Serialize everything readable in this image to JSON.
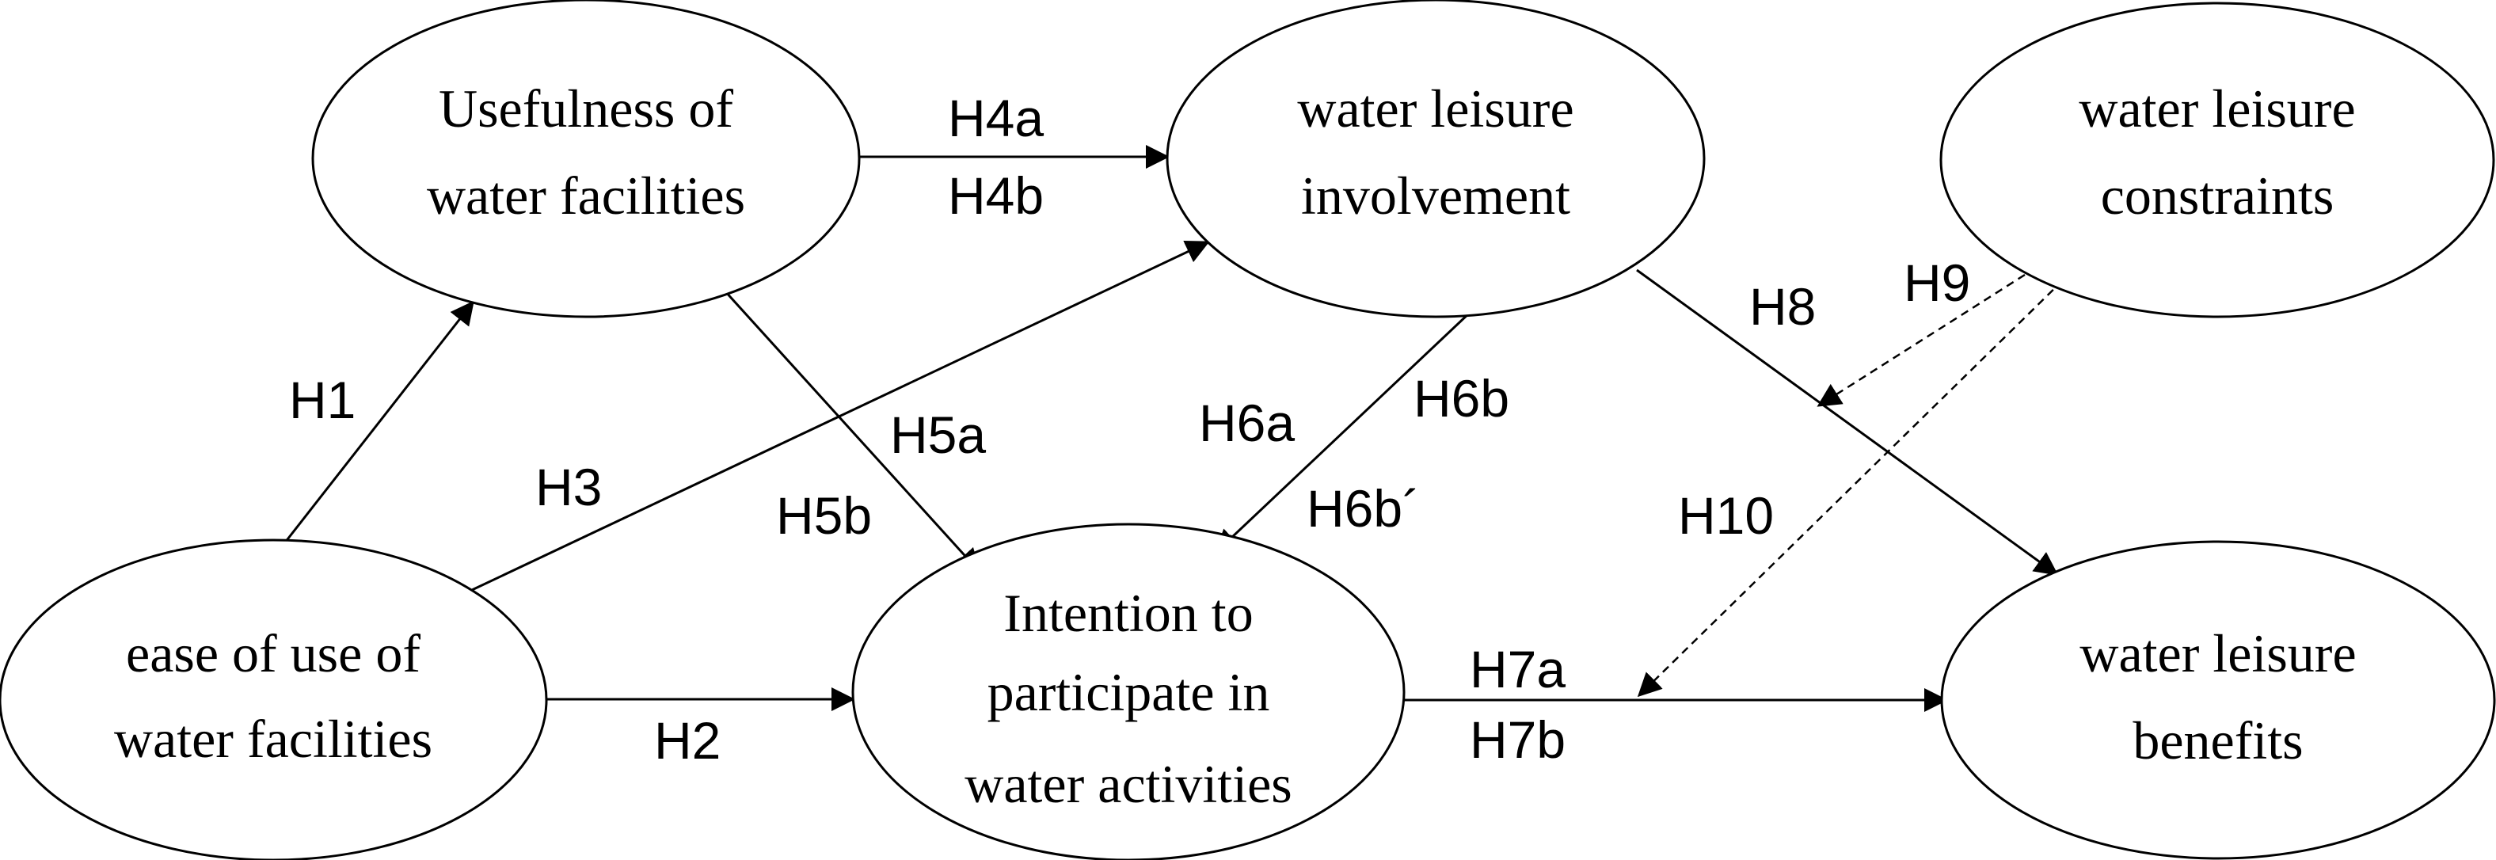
{
  "nodes": {
    "usefulness": [
      "Usefulness of",
      "water facilities"
    ],
    "involvement": [
      "water leisure",
      "involvement"
    ],
    "constraints": [
      "water leisure",
      "constraints"
    ],
    "ease": [
      "ease of use of",
      "water facilities"
    ],
    "intention": [
      "Intention to",
      "participate in",
      "water activities"
    ],
    "benefits": [
      "water leisure",
      "benefits"
    ]
  },
  "edge_labels": {
    "h1": "H1",
    "h2": "H2",
    "h3": "H3",
    "h4a": "H4a",
    "h4b": "H4b",
    "h5a": "H5a",
    "h5b": "H5b",
    "h6a": "H6a",
    "h6b": "H6b",
    "h6b_prime": "H6b´",
    "h7a": "H7a",
    "h7b": "H7b",
    "h8": "H8",
    "h9": "H9",
    "h10": "H10"
  },
  "edges": [
    {
      "from": "ease",
      "to": "usefulness",
      "labels": [
        "H1"
      ],
      "style": "solid"
    },
    {
      "from": "ease",
      "to": "intention",
      "labels": [
        "H2"
      ],
      "style": "solid"
    },
    {
      "from": "ease",
      "to": "involvement",
      "labels": [
        "H3"
      ],
      "style": "solid"
    },
    {
      "from": "usefulness",
      "to": "involvement",
      "labels": [
        "H4a",
        "H4b"
      ],
      "style": "solid"
    },
    {
      "from": "usefulness",
      "to": "intention",
      "labels": [
        "H5a",
        "H5b"
      ],
      "style": "solid"
    },
    {
      "from": "involvement",
      "to": "intention",
      "labels": [
        "H6a",
        "H6b",
        "H6b´"
      ],
      "style": "solid"
    },
    {
      "from": "intention",
      "to": "benefits",
      "labels": [
        "H7a",
        "H7b"
      ],
      "style": "solid"
    },
    {
      "from": "involvement",
      "to": "benefits",
      "labels": [
        "H8"
      ],
      "style": "solid"
    },
    {
      "from": "constraints",
      "to": "involvement-benefits path",
      "labels": [
        "H9"
      ],
      "style": "dashed"
    },
    {
      "from": "constraints",
      "to": "intention-benefits path",
      "labels": [
        "H10"
      ],
      "style": "dashed"
    }
  ]
}
